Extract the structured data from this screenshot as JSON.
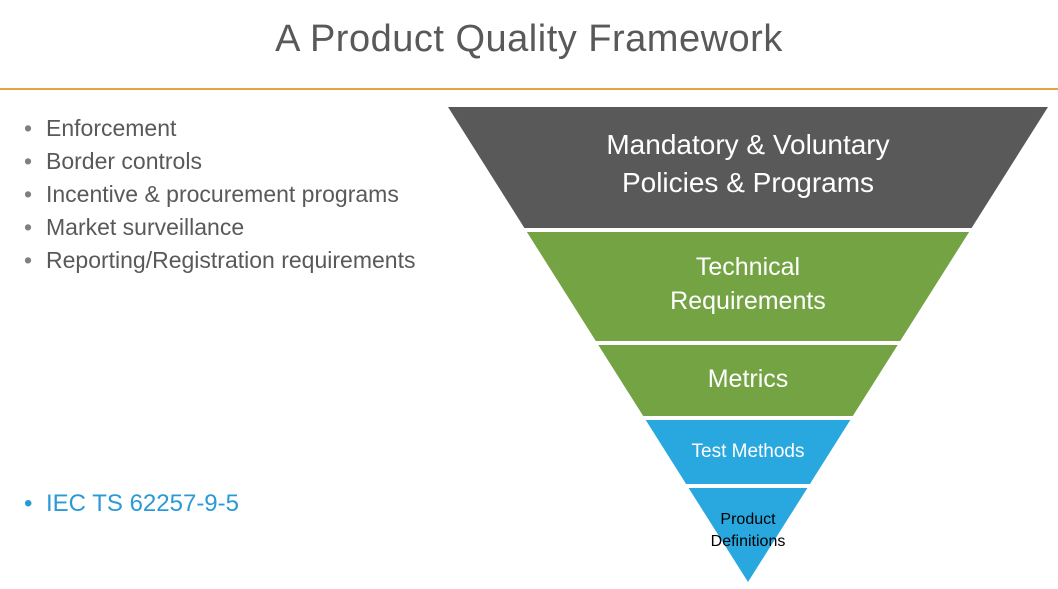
{
  "slide": {
    "title": "A Product Quality Framework",
    "accent_line_color": "#E8A33D"
  },
  "bullets": {
    "items": [
      "Enforcement",
      "Border controls",
      "Incentive & procurement programs",
      "Market surveillance",
      "Reporting/Registration requirements"
    ]
  },
  "reference": {
    "label": "IEC TS 62257-9-5",
    "color": "#2A9AD6"
  },
  "pyramid": {
    "layers": [
      {
        "name": "mandatory-voluntary-policies",
        "label": "Mandatory & Voluntary\nPolicies & Programs",
        "color": "#595959",
        "text_color": "#FFFFFF"
      },
      {
        "name": "technical-requirements",
        "label": "Technical\nRequirements",
        "color": "#74A343",
        "text_color": "#FFFFFF"
      },
      {
        "name": "metrics",
        "label": "Metrics",
        "color": "#74A343",
        "text_color": "#FFFFFF"
      },
      {
        "name": "test-methods",
        "label": "Test Methods",
        "color": "#29A8E0",
        "text_color": "#FFFFFF"
      },
      {
        "name": "product-definitions",
        "label": "Product\nDefinitions",
        "color": "#29A8E0",
        "text_color": "#000000"
      }
    ]
  }
}
